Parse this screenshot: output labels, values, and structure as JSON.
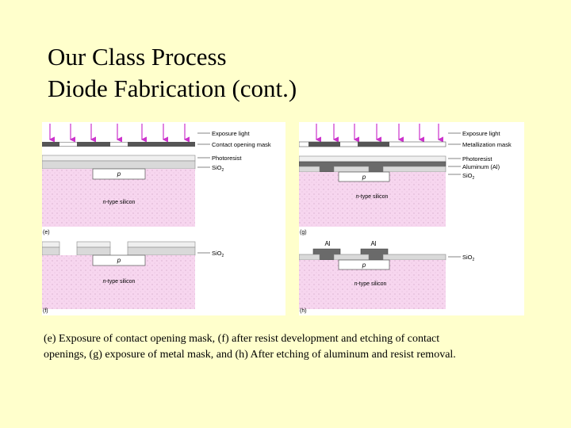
{
  "title": {
    "line1": "Our Class Process",
    "line2": "Diode Fabrication (cont.)"
  },
  "colors": {
    "background": "#ffffcc",
    "silicon": "#f7d6ef",
    "sio2": "#d9d9d9",
    "photoresist": "#efefef",
    "mask": "#555555",
    "aluminum": "#6a6a6a",
    "arrow": "#cc33cc"
  },
  "panels": {
    "e": {
      "step": "(e)",
      "labels": {
        "exposure": "Exposure light",
        "mask": "Contact opening mask",
        "photoresist": "Photoresist",
        "sio2": "SiO",
        "sio2_sub": "2"
      },
      "p_label": "p",
      "silicon_label": "n-type silicon"
    },
    "f": {
      "step": "(f)",
      "labels": {
        "sio2": "SiO",
        "sio2_sub": "2"
      },
      "p_label": "p",
      "silicon_label": "n-type silicon"
    },
    "g": {
      "step": "(g)",
      "labels": {
        "exposure": "Exposure light",
        "mask": "Metallization mask",
        "photoresist": "Photoresist",
        "aluminum": "Aluminum (Al)",
        "sio2": "SiO",
        "sio2_sub": "2"
      },
      "p_label": "p",
      "silicon_label": "n-type silicon"
    },
    "h": {
      "step": "(h)",
      "al_left": "Al",
      "al_right": "Al",
      "labels": {
        "sio2": "SiO",
        "sio2_sub": "2"
      },
      "p_label": "p",
      "silicon_label": "n-type silicon"
    }
  },
  "caption": {
    "line1": "(e) Exposure of contact opening mask, (f) after resist development and etching of contact",
    "line2": "openings, (g) exposure of metal mask, and (h) After etching of aluminum and resist removal."
  }
}
